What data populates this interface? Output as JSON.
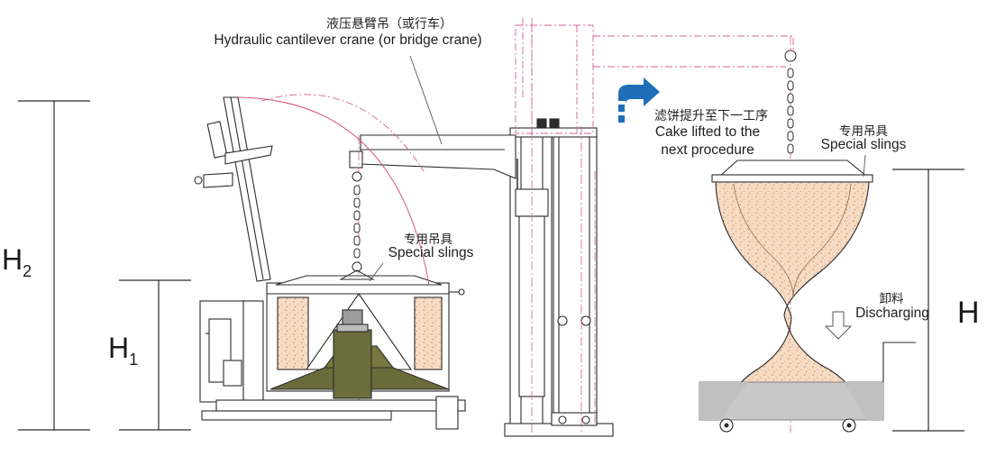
{
  "crane_label": {
    "zh": "液压悬臂吊（或行车）",
    "en": "Hydraulic cantilever crane (or bridge crane)"
  },
  "slings_left": {
    "zh": "专用吊具",
    "en": "Special slings"
  },
  "slings_right": {
    "zh": "专用吊具",
    "en": "Special slings"
  },
  "cake_label": {
    "zh": "滤饼提升至下一工序",
    "en_line1": "Cake lifted to the",
    "en_line2": "next procedure"
  },
  "discharge_label": {
    "zh": "卸料",
    "en": "Discharging"
  },
  "dimensions": {
    "h2_main": "H",
    "h2_sub": "2",
    "h1_main": "H",
    "h1_sub": "1",
    "h_main": "H"
  },
  "colors": {
    "line": "#2b2b2b",
    "leader": "#555555",
    "centerline": "#d2609a",
    "cake_fill": "#f4d9bf",
    "cake_dot": "#d9a07a",
    "bowl_olive": "#6b6b3a",
    "grey_base": "#c8c8c8",
    "arrow_blue": "#1f6fb8"
  }
}
